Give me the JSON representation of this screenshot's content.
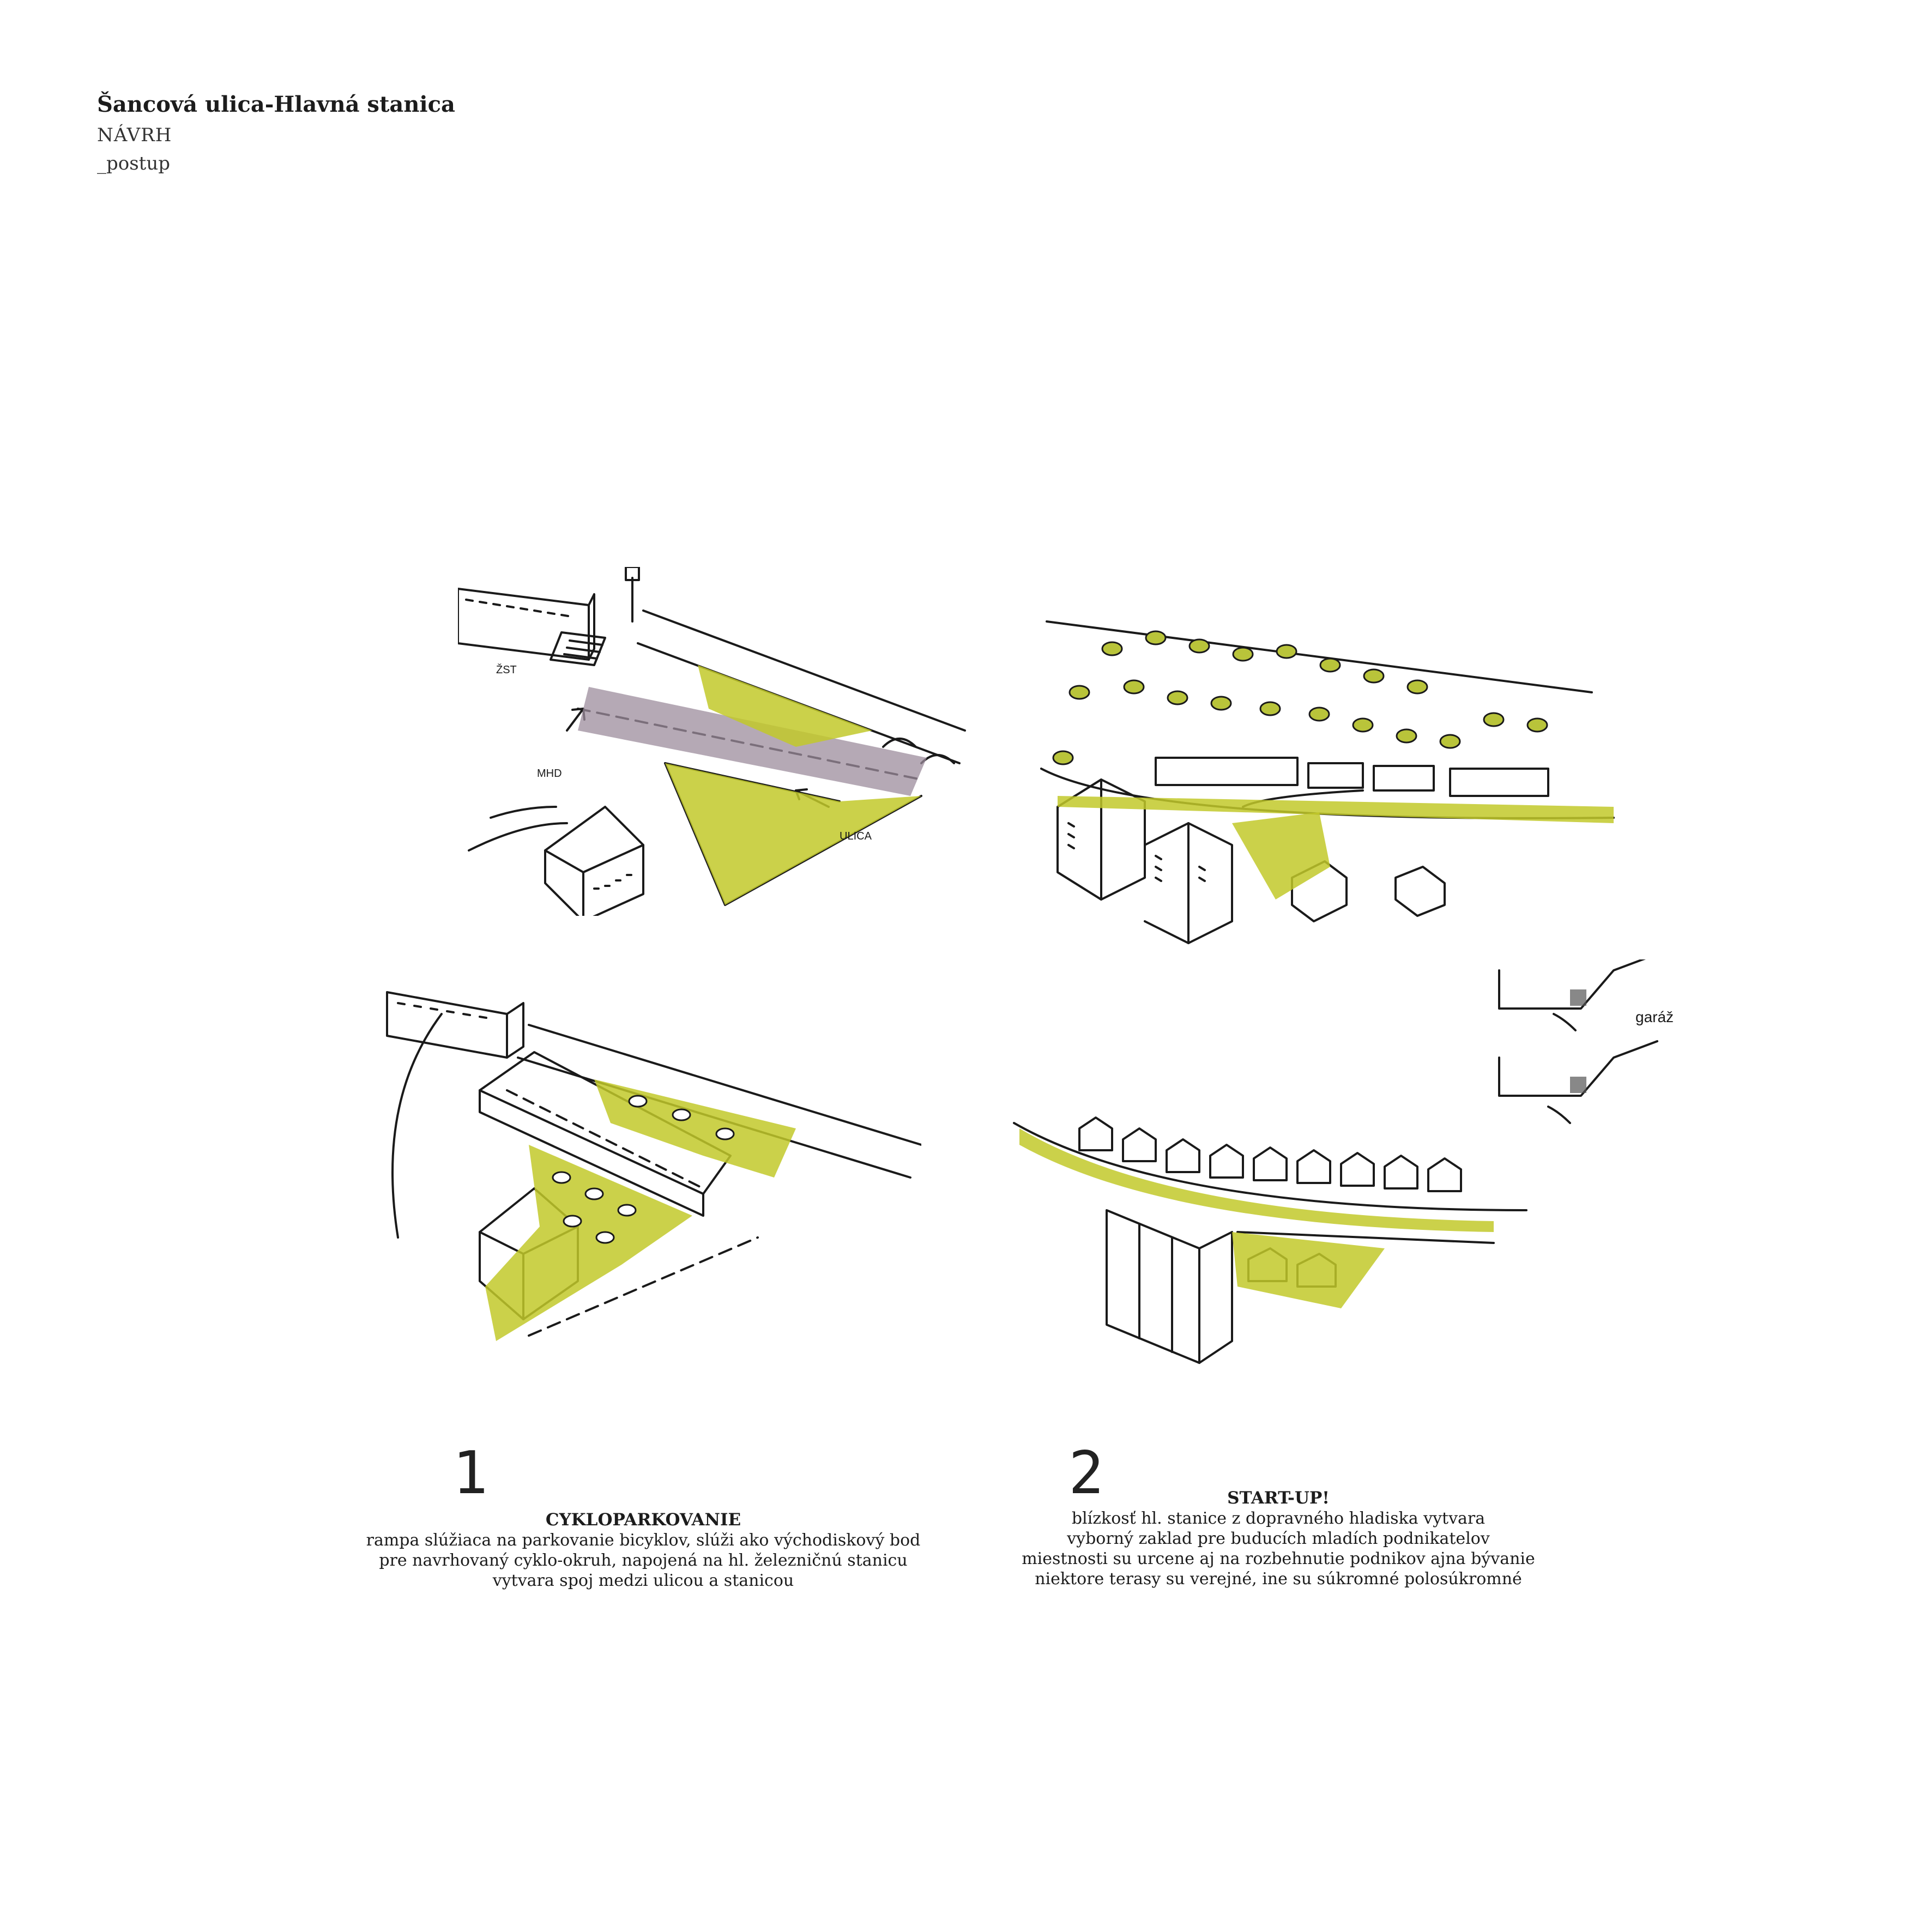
{
  "header": {
    "title": "Šancová ulica-Hlavná stanica",
    "subtitle": "NÁVRH",
    "step": "_postup"
  },
  "colors": {
    "green": "#c2c92a",
    "purple": "#9c8c9c",
    "ink": "#1a1a1a",
    "paper": "#ffffff"
  },
  "sketch_labels": {
    "zst": "ŽST",
    "mhd": "MHD",
    "ulica": "ULICA",
    "garaz": "garáž"
  },
  "sections": [
    {
      "number": "1",
      "heading": "CYKLOPARKOVANIE",
      "lines": [
        "rampa slúžiaca na parkovanie bicyklov, slúži ako východiskový bod",
        "pre navrhovaný cyklo-okruh, napojená na hl. železničnú stanicu",
        "vytvara spoj medzi ulicou a stanicou"
      ]
    },
    {
      "number": "2",
      "heading": "START-UP!",
      "lines": [
        "blízkosť hl. stanice z dopravného hladiska vytvara",
        "vyborný zaklad pre buducích mladích podnikatelov",
        "miestnosti su urcene aj na rozbehnutie podnikov ajna bývanie",
        "niektore terasy su verejné, ine su súkromné polosúkromné"
      ]
    }
  ]
}
